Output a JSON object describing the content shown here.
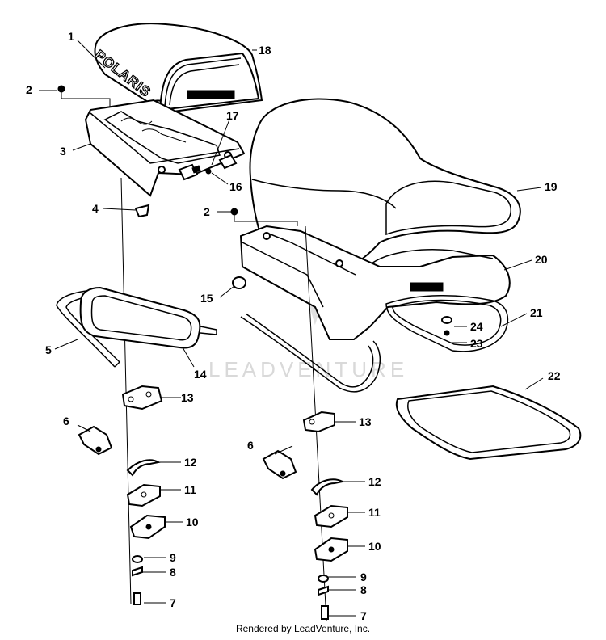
{
  "diagram": {
    "brand_text": "POLARIS",
    "watermark": "LEADVENTURE",
    "footer": "Rendered by LeadVenture, Inc.",
    "callouts": {
      "c1": "1",
      "c2a": "2",
      "c2b": "2",
      "c3": "3",
      "c4": "4",
      "c5": "5",
      "c6a": "6",
      "c6b": "6",
      "c7a": "7",
      "c7b": "7",
      "c8a": "8",
      "c8b": "8",
      "c9a": "9",
      "c9b": "9",
      "c10a": "10",
      "c10b": "10",
      "c11a": "11",
      "c11b": "11",
      "c12a": "12",
      "c12b": "12",
      "c13a": "13",
      "c13b": "13",
      "c14": "14",
      "c15": "15",
      "c16": "16",
      "c17": "17",
      "c18": "18",
      "c19": "19",
      "c20": "20",
      "c21": "21",
      "c22": "22",
      "c23": "23",
      "c24": "24"
    }
  }
}
